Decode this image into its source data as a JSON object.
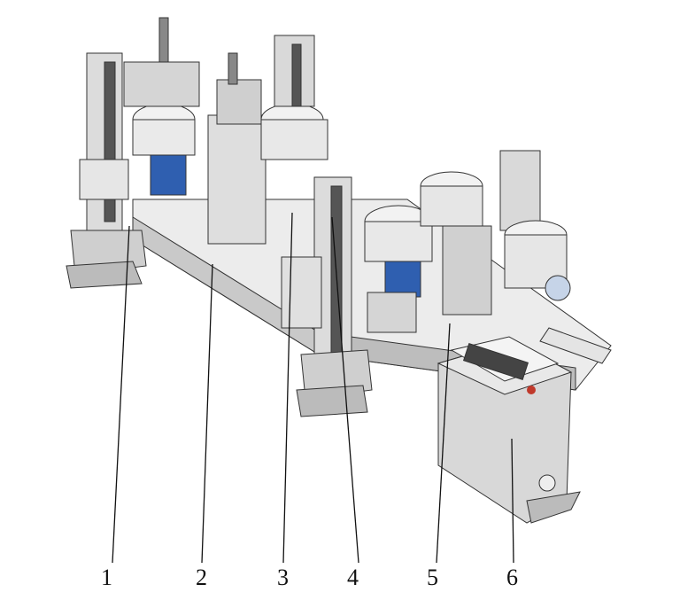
{
  "figure": {
    "labels": [
      "1",
      "2",
      "3",
      "4",
      "5",
      "6"
    ],
    "colors": {
      "metal": "#d9d9d9",
      "metal_dark": "#9a9a9a",
      "motor": "#2f5fb0",
      "outline": "#333333",
      "accent": "#c0392b"
    }
  }
}
